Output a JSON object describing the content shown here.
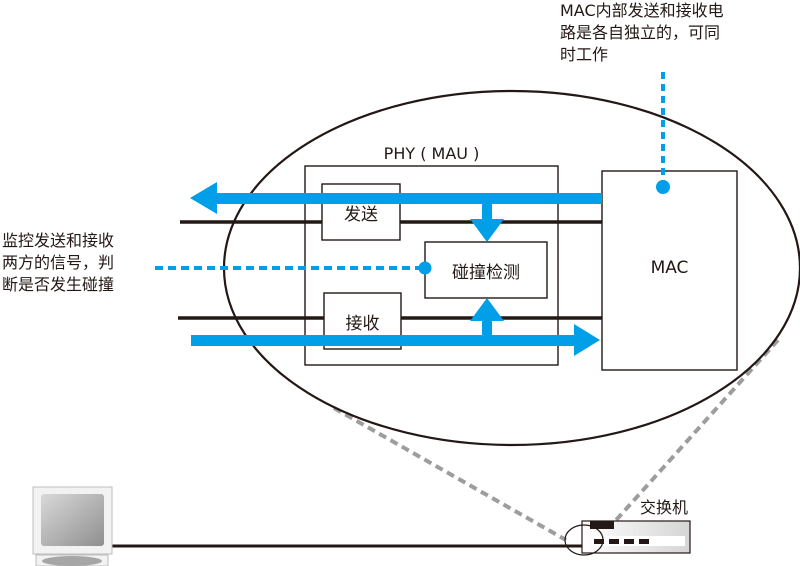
{
  "diagram": {
    "title_note": "MAC内部发送和接收电\n路是各自独立的，可同\n时工作",
    "left_note": "监控发送和接收\n两方的信号，判\n断是否发生碰撞",
    "phy_label": "PHY ( MAU )",
    "transmit_label": "发送",
    "receive_label": "接收",
    "collision_label": "碰撞检测",
    "mac_label": "MAC",
    "switch_label": "交换机",
    "colors": {
      "signal_blue": "#009fe8",
      "line_black": "#231815",
      "zoom_gray": "#999999"
    },
    "icons": {
      "computer": "monitor-icon",
      "switch": "network-switch-icon"
    }
  }
}
